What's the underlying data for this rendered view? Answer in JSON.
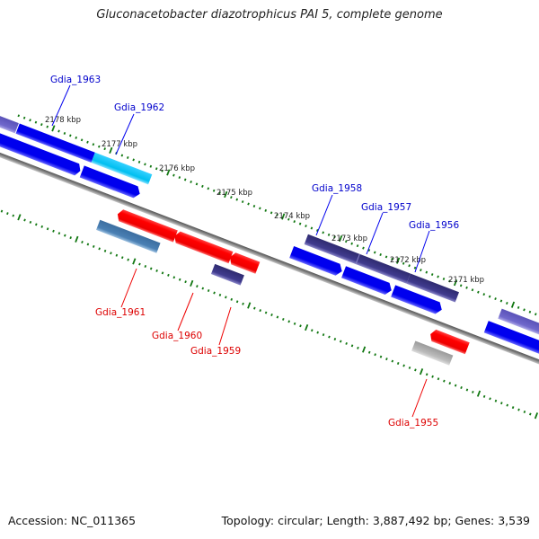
{
  "title": "Gluconacetobacter diazotrophicus PAI 5, complete genome",
  "footer": {
    "accession": "Accession: NC_011365",
    "summary": "Topology: circular; Length: 3,887,492 bp; Genes: 3,539"
  },
  "colors": {
    "forward_gene": "#0000ee",
    "reverse_gene": "#ee0000",
    "forward_label": "#0000cc",
    "reverse_label": "#dd0000",
    "tick": "#117711",
    "backbone": "#808080",
    "cds_purple": "#3e3a8a",
    "cds_lightpurple": "#6f66c8",
    "cds_cyan": "#00bff0",
    "cds_steel": "#4a7fb0",
    "cds_grey": "#b8b8b8"
  },
  "scale_labels": [
    "2178 kbp",
    "2177 kbp",
    "2176 kbp",
    "2175 kbp",
    "2174 kbp",
    "2173 kbp",
    "2172 kbp",
    "2171 kbp"
  ],
  "genes": [
    {
      "name": "Gdia_1963",
      "strand": "forward"
    },
    {
      "name": "Gdia_1962",
      "strand": "forward"
    },
    {
      "name": "Gdia_1961",
      "strand": "reverse"
    },
    {
      "name": "Gdia_1960",
      "strand": "reverse"
    },
    {
      "name": "Gdia_1959",
      "strand": "reverse"
    },
    {
      "name": "Gdia_1958",
      "strand": "forward"
    },
    {
      "name": "Gdia_1957",
      "strand": "forward"
    },
    {
      "name": "Gdia_1956",
      "strand": "forward"
    },
    {
      "name": "Gdia_1955",
      "strand": "reverse"
    }
  ]
}
